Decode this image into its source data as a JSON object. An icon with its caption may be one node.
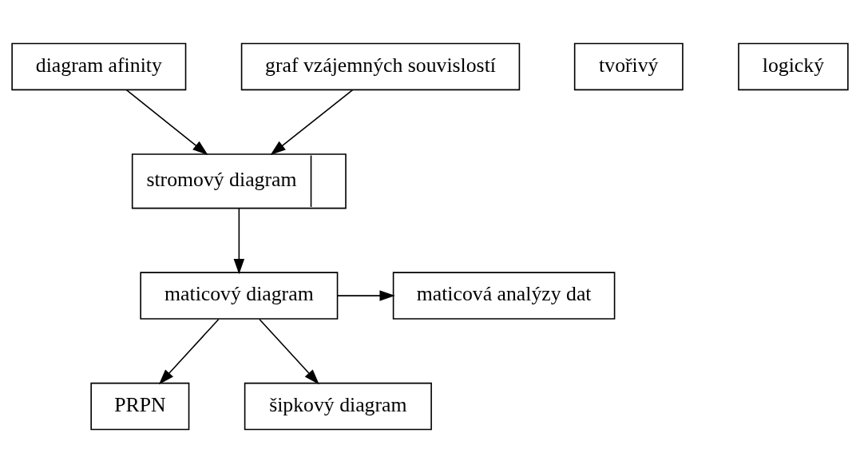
{
  "diagram": {
    "nodes": [
      {
        "text": [
          "diagram afinity"
        ]
      },
      {
        "text": [
          "tvořivý"
        ]
      },
      {
        "text": [
          "graf vzájemných souvislostí"
        ]
      },
      {
        "text": [
          "logický"
        ]
      },
      {
        "text": [
          "stromový diagram"
        ]
      },
      {
        "text": [
          "maticová analýzy dat"
        ]
      },
      {
        "text": [
          "maticový diagram"
        ]
      },
      {
        "text": [
          "PRPN"
        ]
      },
      {
        "text": [
          "šipkový diagram"
        ]
      }
    ],
    "edges": [
      {
        "from": 0,
        "to": 4,
        "arrow": "to"
      },
      {
        "from": 2,
        "to": 4,
        "arrow": "to"
      },
      {
        "from": 4,
        "to": 6,
        "arrow": "to"
      },
      {
        "from": 6,
        "to": 5,
        "arrow": "to"
      },
      {
        "from": 6,
        "to": 7,
        "arrow": "to"
      },
      {
        "from": 6,
        "to": 8,
        "arrow": "to"
      }
    ]
  }
}
